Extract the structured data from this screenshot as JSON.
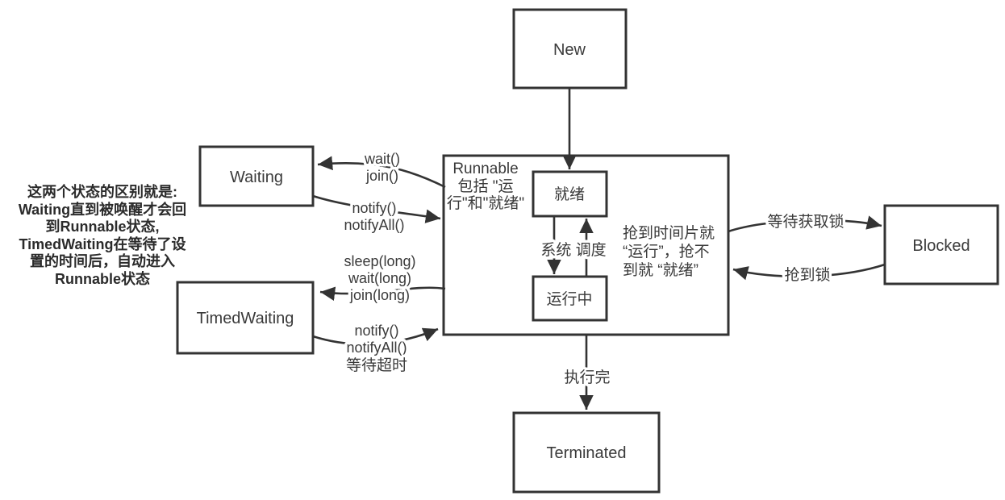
{
  "nodes": {
    "new": "New",
    "waiting": "Waiting",
    "timed_waiting": "TimedWaiting",
    "blocked": "Blocked",
    "terminated": "Terminated",
    "ready": "就绪",
    "running": "运行中"
  },
  "runnable": {
    "title": "Runnable",
    "subtitle_lines": [
      "包括 \"运",
      "行\"和\"就绪\""
    ],
    "timeslice_lines": [
      "抢到时间片就",
      "“运行”，抢不",
      "到就 “就绪”"
    ],
    "scheduling_label": "系统 调度"
  },
  "edges": {
    "wait_join": [
      "wait()",
      "join()"
    ],
    "notify_from_waiting": [
      "notify()",
      "notifyAll()"
    ],
    "sleep_wait_join": [
      "sleep(long)",
      "wait(long)",
      "join(long)"
    ],
    "notify_from_timed": [
      "notify()",
      "notifyAll()",
      "等待超时"
    ],
    "wait_lock": "等待获取锁",
    "got_lock": "抢到锁",
    "run_done": "执行完"
  },
  "note_lines": [
    "这两个状态的区别就是:",
    "Waiting直到被唤醒才会回",
    "到Runnable状态,",
    "TimedWaiting在等待了设",
    "置的时间后，自动进入",
    "Runnable状态"
  ],
  "colors": {
    "line": "#333333",
    "text": "#3a3a3a",
    "note_text": "#2b2b2b",
    "background": "#ffffff"
  }
}
